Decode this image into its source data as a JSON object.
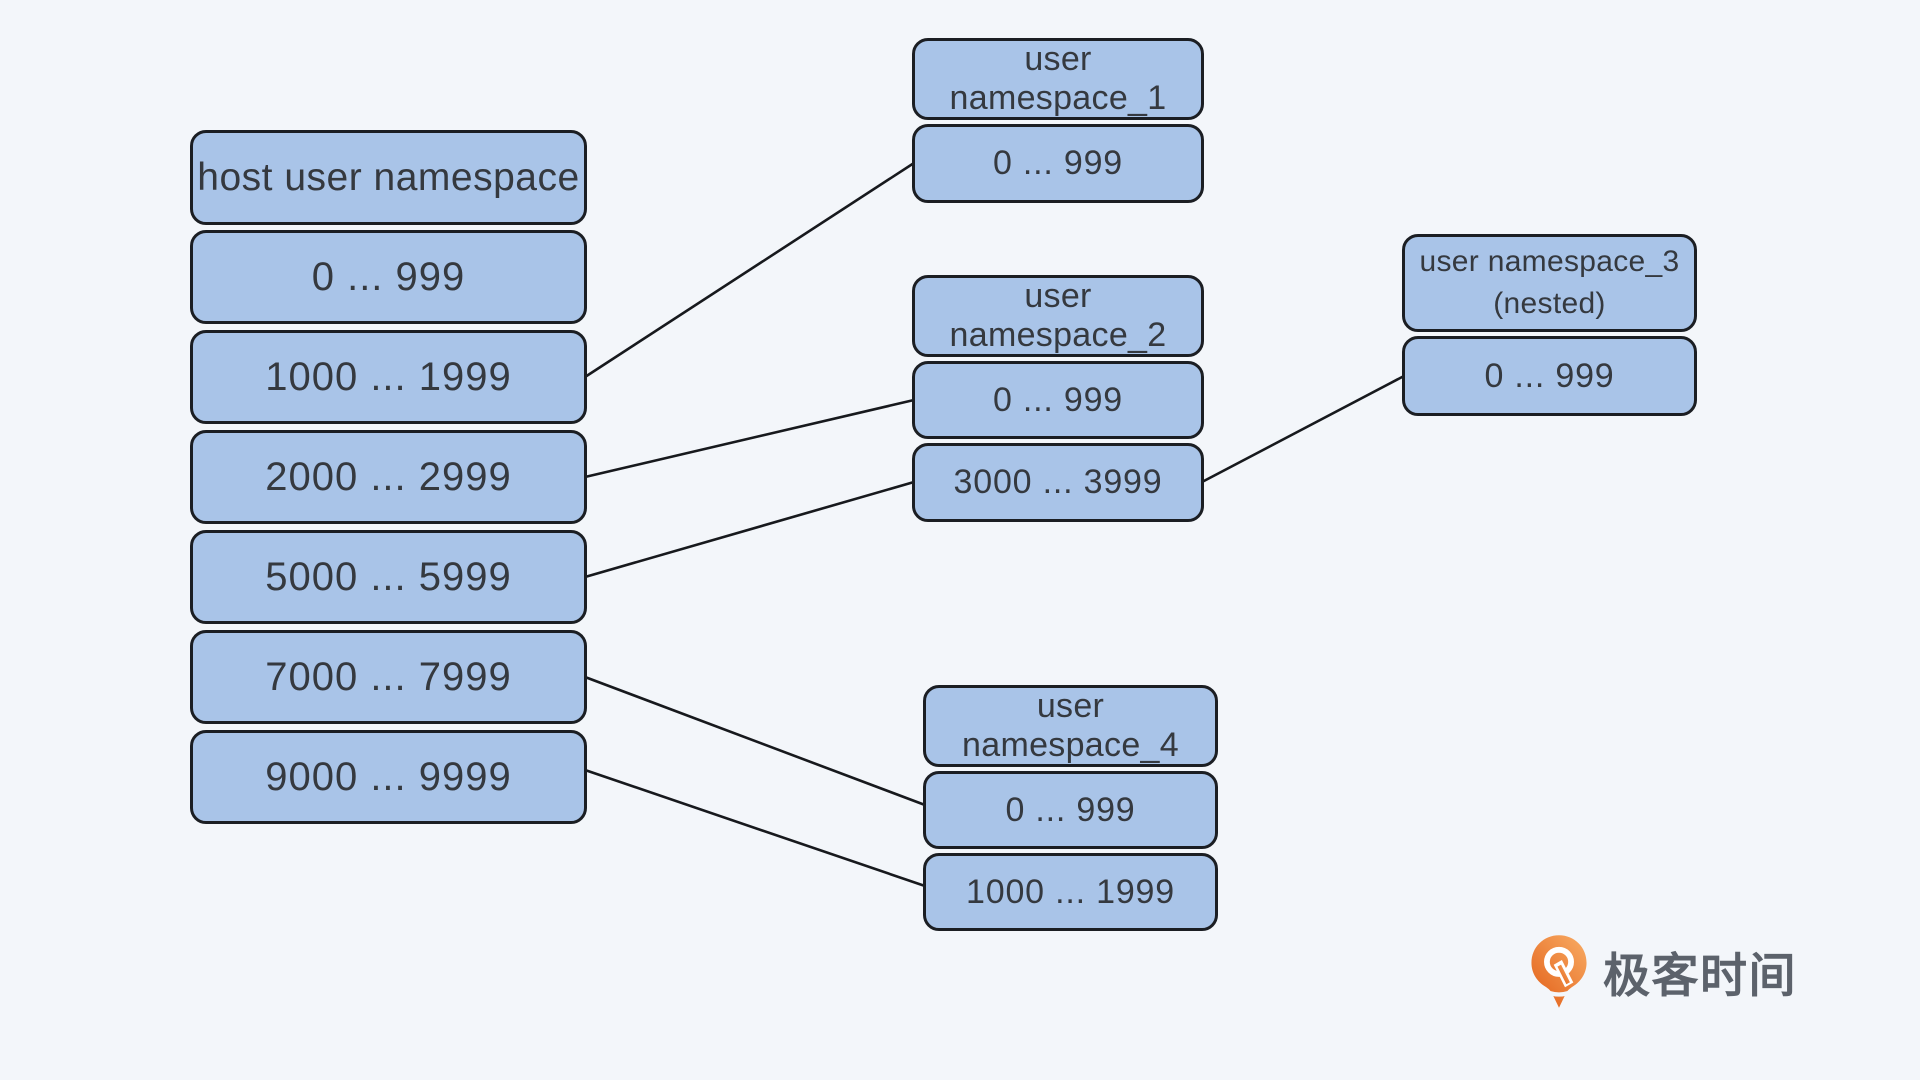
{
  "page": {
    "background_color": "#f3f6fa"
  },
  "diagram": {
    "style": {
      "box_fill": "#a9c4e8",
      "box_border": "#1b1e23",
      "connector_color": "#17191d",
      "text_color": "#35393f"
    },
    "nodes": {
      "host": {
        "title": "host user namespace",
        "rows": [
          "0 ... 999",
          "1000 ... 1999",
          "2000 ... 2999",
          "5000 ... 5999",
          "7000 ... 7999",
          "9000 ... 9999"
        ]
      },
      "ns1": {
        "title": "user namespace_1",
        "rows": [
          "0 ... 999"
        ]
      },
      "ns2": {
        "title": "user namespace_2",
        "rows": [
          "0 ... 999",
          "3000 ... 3999"
        ]
      },
      "ns3": {
        "title_line1": "user namespace_3",
        "title_line2": "(nested)",
        "rows": [
          "0 ... 999"
        ]
      },
      "ns4": {
        "title": "user namespace_4",
        "rows": [
          "0 ... 999",
          "1000 ... 1999"
        ]
      }
    },
    "edges": [
      {
        "from": "host user namespace: 1000 ... 1999",
        "to": "user namespace_1: 0 ... 999"
      },
      {
        "from": "host user namespace: 2000 ... 2999",
        "to": "user namespace_2: 0 ... 999"
      },
      {
        "from": "host user namespace: 5000 ... 5999",
        "to": "user namespace_2: 3000 ... 3999"
      },
      {
        "from": "user namespace_2: 3000 ... 3999",
        "to": "user namespace_3 (nested): 0 ... 999"
      },
      {
        "from": "host user namespace: 7000 ... 7999",
        "to": "user namespace_4: 0 ... 999"
      },
      {
        "from": "host user namespace: 9000 ... 9999",
        "to": "user namespace_4: 1000 ... 1999"
      }
    ]
  },
  "footer": {
    "brand_text": "极客时间",
    "brand_icon": "geektime-pin-icon",
    "brand_icon_colors": {
      "gradient_start": "#f6a45c",
      "gradient_end": "#e4661f"
    }
  }
}
